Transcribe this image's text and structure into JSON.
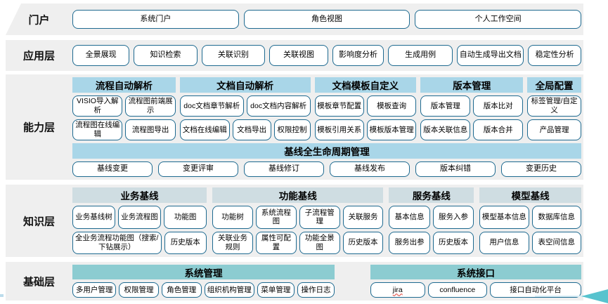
{
  "layers": {
    "portal": {
      "label": "门户",
      "items": [
        "系统门户",
        "角色视图",
        "个人工作空间"
      ]
    },
    "application": {
      "label": "应用层",
      "items": [
        "全景展现",
        "知识检索",
        "关联识别",
        "关联视图",
        "影响度分析",
        "生成用例",
        "自动生成导出文档",
        "稳定性分析"
      ]
    },
    "capability": {
      "label": "能力层",
      "groups": [
        {
          "title": "流程自动解析",
          "rows": [
            [
              "VISIO导入解析",
              "流程图前端展示"
            ],
            [
              "流程图在线编辑",
              "流程图导出"
            ]
          ]
        },
        {
          "title": "文档自动解析",
          "rows": [
            [
              "doc文档章节解析",
              "doc文档内容解析"
            ],
            [
              "文档在线编辑",
              "文档导出",
              "权限控制"
            ]
          ]
        },
        {
          "title": "文档模板自定义",
          "rows": [
            [
              "模板章节配置",
              "模板查询"
            ],
            [
              "模板引用关系",
              "模板版本管理"
            ]
          ]
        },
        {
          "title": "版本管理",
          "rows": [
            [
              "版本管理",
              "版本比对"
            ],
            [
              "版本关联信息",
              "版本合并"
            ]
          ]
        },
        {
          "title": "全局配置",
          "rows": [
            [
              "标签管理/自定义"
            ],
            [
              "产品管理"
            ]
          ]
        }
      ],
      "baseline": {
        "title": "基线全生命周期管理",
        "items": [
          "基线变更",
          "变更评审",
          "基线修订",
          "基线发布",
          "版本纠错",
          "变更历史"
        ]
      }
    },
    "knowledge": {
      "label": "知识层",
      "groups": [
        {
          "title": "业务基线",
          "rows": [
            [
              "业务基线树",
              "业务流程图",
              "功能图"
            ],
            [
              "全业务流程功能图（搜索/下钻展示）",
              "历史版本"
            ]
          ]
        },
        {
          "title": "功能基线",
          "rows": [
            [
              "功能树",
              "系统流程图",
              "子流程管理",
              "关联服务"
            ],
            [
              "关联业务规则",
              "属性可配置",
              "功能全景图",
              "历史版本"
            ]
          ]
        },
        {
          "title": "服务基线",
          "rows": [
            [
              "基本信息",
              "服务入参"
            ],
            [
              "服务出参",
              "历史版本"
            ]
          ]
        },
        {
          "title": "模型基线",
          "rows": [
            [
              "模型基本信息",
              "数据库信息"
            ],
            [
              "用户信息",
              "表空间信息"
            ]
          ]
        }
      ]
    },
    "foundation": {
      "label": "基础层",
      "groups": [
        {
          "title": "系统管理",
          "items": [
            "多用户管理",
            "权限管理",
            "角色管理",
            "组织机构管理",
            "菜单管理",
            "操作日志"
          ]
        },
        {
          "title": "系统接口",
          "items": [
            "jira",
            "confluence",
            "接口自动化平台"
          ]
        }
      ]
    }
  },
  "colors": {
    "band_background": "#efefef",
    "button_border": "#1e6a90",
    "header_light_blue": "#a9d6e8",
    "header_gray_blue": "#cfdde2",
    "header_teal": "#8cccd1",
    "arrow_teal": "#57c3ce",
    "spellcheck_red": "#e0392f"
  }
}
